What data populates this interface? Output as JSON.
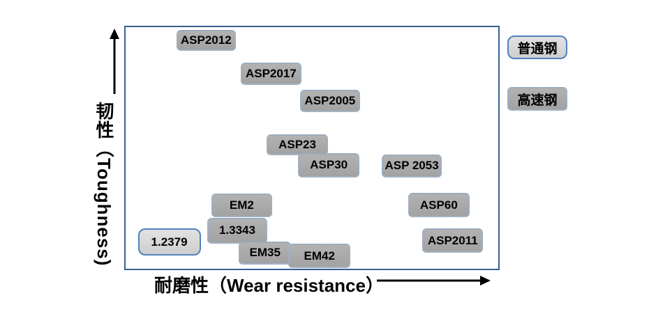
{
  "figure": {
    "xlabel": "耐磨性（Wear resistance）",
    "ylabel": "韧性（Toughness)"
  },
  "chart_data": {
    "type": "scatter",
    "title": "",
    "xlabel": "耐磨性（Wear resistance）",
    "ylabel": "韧性（Toughness)",
    "axes_note": "no numeric ticks shown; point positions are relative percentages (0-100) of plot area, x = wear resistance, y = toughness",
    "legend_position": "top-right, outside plot",
    "legend": [
      {
        "label": "普通钢",
        "variant": "light"
      },
      {
        "label": "高速钢",
        "variant": "dark"
      }
    ],
    "points": [
      {
        "label": "ASP2012",
        "x": 21.8,
        "y": 94.0,
        "variant": "dark",
        "w": 85,
        "h": 30
      },
      {
        "label": "ASP2017",
        "x": 39.1,
        "y": 80.3,
        "variant": "dark",
        "w": 87,
        "h": 32
      },
      {
        "label": "ASP2005",
        "x": 54.8,
        "y": 69.2,
        "variant": "dark",
        "w": 86,
        "h": 32
      },
      {
        "label": "ASP23",
        "x": 46.1,
        "y": 51.3,
        "variant": "dark",
        "w": 88,
        "h": 30
      },
      {
        "label": "ASP30",
        "x": 54.5,
        "y": 42.9,
        "variant": "dark",
        "w": 88,
        "h": 35
      },
      {
        "label": "ASP 2053",
        "x": 76.6,
        "y": 42.6,
        "variant": "dark",
        "w": 86,
        "h": 33
      },
      {
        "label": "EM2",
        "x": 31.3,
        "y": 26.5,
        "variant": "dark",
        "w": 87,
        "h": 34
      },
      {
        "label": "1.3343",
        "x": 30.1,
        "y": 16.1,
        "variant": "dark",
        "w": 86,
        "h": 37
      },
      {
        "label": "1.2379",
        "x": 12.0,
        "y": 11.5,
        "variant": "light",
        "w": 90,
        "h": 39
      },
      {
        "label": "EM35",
        "x": 37.5,
        "y": 7.0,
        "variant": "dark",
        "w": 75,
        "h": 33
      },
      {
        "label": "EM42",
        "x": 52.0,
        "y": 5.8,
        "variant": "dark",
        "w": 89,
        "h": 35
      },
      {
        "label": "ASP60",
        "x": 83.8,
        "y": 26.6,
        "variant": "dark",
        "w": 88,
        "h": 35
      },
      {
        "label": "ASP2011",
        "x": 87.5,
        "y": 12.1,
        "variant": "dark",
        "w": 87,
        "h": 35
      }
    ]
  },
  "colors": {
    "plot_border": "#376092",
    "box_fill_dark": "#a6a6a6",
    "box_fill_light": "#d9d9d9",
    "box_border_dotted": "#95b3d7",
    "box_border_solid": "#4f81bd",
    "arrow": "#000000",
    "text": "#000000",
    "background": "#ffffff"
  }
}
